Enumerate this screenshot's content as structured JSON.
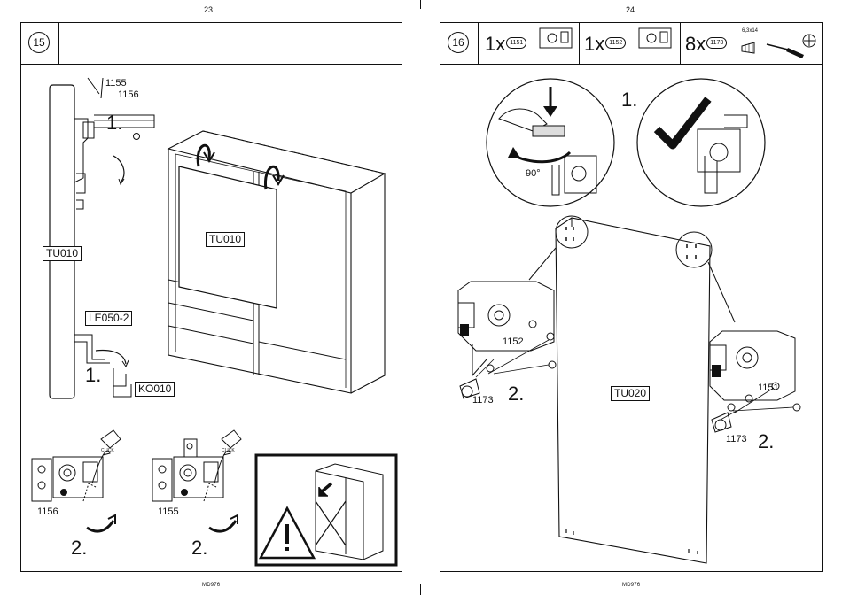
{
  "left_page": {
    "page_number": "23.",
    "step": "15",
    "labels": {
      "part_1155": "1155",
      "part_1156": "1156",
      "step1_top": "1.",
      "tu010_side": "TU010",
      "tu010_door": "TU010",
      "le050": "LE050-2",
      "step1_bottom": "1.",
      "ko010": "KO010",
      "part_1156_b": "1156",
      "part_1155_b": "1155",
      "step2_a": "2.",
      "step2_b": "2.",
      "click_a": "CLICK",
      "click_b": "CLICK"
    },
    "footer": "MD976"
  },
  "right_page": {
    "page_number": "24.",
    "step": "16",
    "parts": [
      {
        "qty": "1x",
        "code": "1151"
      },
      {
        "qty": "1x",
        "code": "1152"
      },
      {
        "qty": "8x",
        "code": "1173",
        "size": "6,3x14"
      }
    ],
    "labels": {
      "step1": "1.",
      "angle": "90°",
      "part_1152": "1152",
      "part_1173_a": "1173",
      "step2_a": "2.",
      "tu020": "TU020",
      "part_1151": "1151",
      "part_1173_b": "1173",
      "step2_b": "2."
    },
    "footer": "MD976"
  }
}
